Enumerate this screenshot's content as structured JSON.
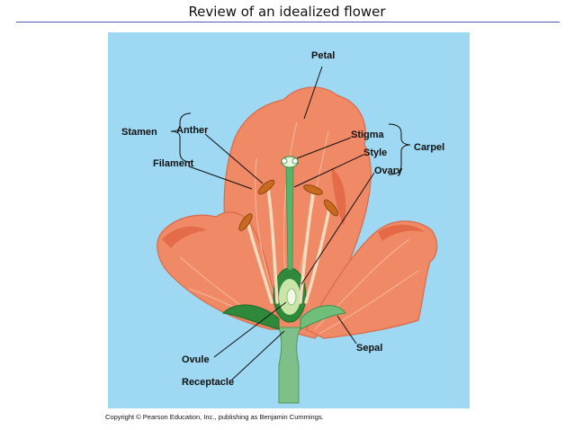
{
  "slide": {
    "title": "Review of an idealized flower",
    "copyright": "Copyright © Pearson Education, Inc., publishing as Benjamin Cummings."
  },
  "diagram": {
    "labels": {
      "petal": "Petal",
      "stamen": "Stamen",
      "anther": "Anther",
      "filament": "Filament",
      "stigma": "Stigma",
      "style": "Style",
      "ovary": "Ovary",
      "carpel": "Carpel",
      "ovule": "Ovule",
      "sepal": "Sepal",
      "receptacle": "Receptacle"
    },
    "colors": {
      "background": "#9ed8f2",
      "petal": "#f08a66",
      "petal_dark": "#e06040",
      "petal_vein": "#f7b89c",
      "stem": "#7fc08a",
      "sepal": "#2e8a3a",
      "anther": "#c96a1e",
      "filament": "#f3dcc0",
      "ovary": "#c9e6a8"
    }
  }
}
